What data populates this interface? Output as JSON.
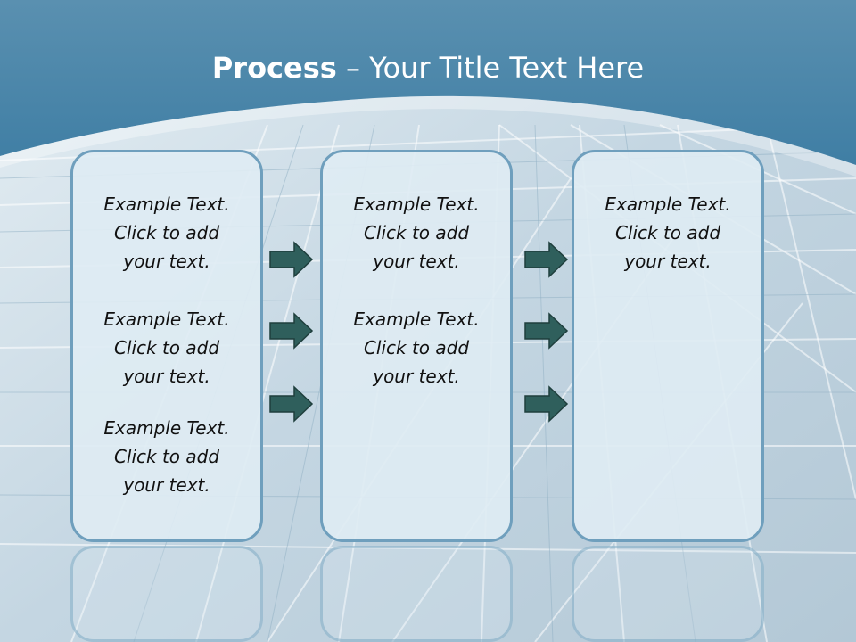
{
  "title": {
    "bold": "Process",
    "rest": " – Your Title Text Here"
  },
  "columns": [
    {
      "items": [
        {
          "line1": "Example Text.",
          "line2": "Click  to add",
          "line3": "your text."
        },
        {
          "line1": "Example Text.",
          "line2": "Click  to add",
          "line3": "your text."
        },
        {
          "line1": "Example Text.",
          "line2": "Click  to add",
          "line3": "your text."
        }
      ]
    },
    {
      "items": [
        {
          "line1": "Example Text.",
          "line2": "Click  to add",
          "line3": "your text."
        },
        {
          "line1": "Example Text.",
          "line2": "Click  to add",
          "line3": "your text."
        }
      ]
    },
    {
      "items": [
        {
          "line1": "Example Text.",
          "line2": "Click  to add",
          "line3": "your text."
        }
      ]
    }
  ],
  "colors": {
    "header": "#3f7ea4",
    "box_border": "#6f9fbd",
    "arrow_fill": "#2f5f5c"
  }
}
